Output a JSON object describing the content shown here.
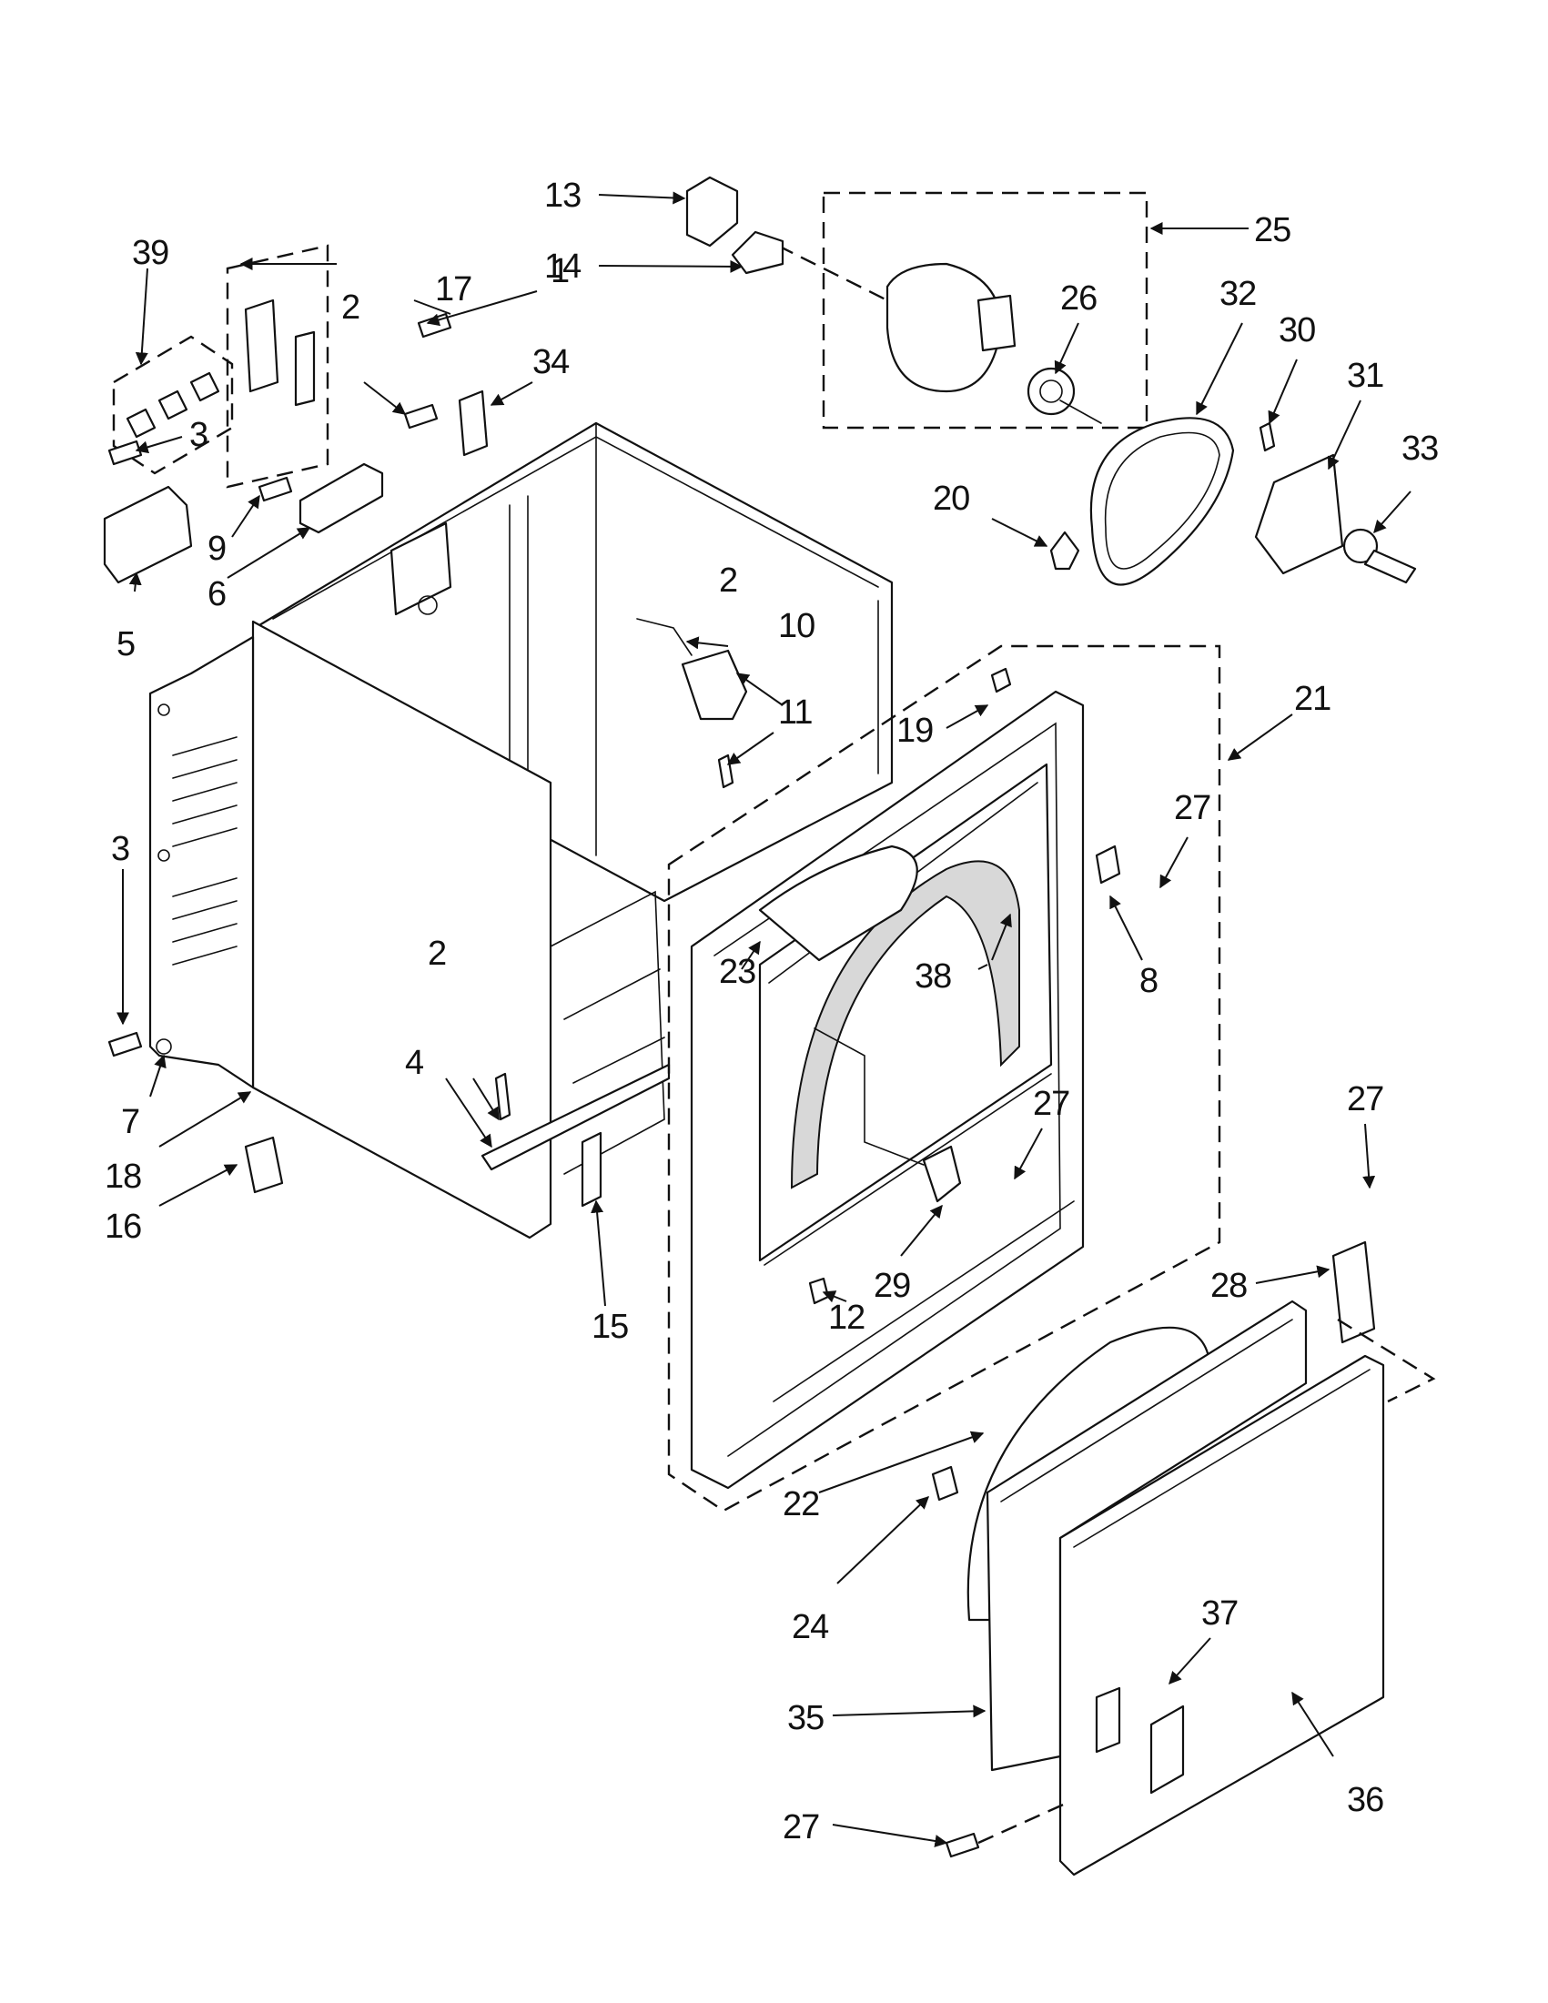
{
  "callouts": [
    {
      "id": "c1",
      "text": "1"
    },
    {
      "id": "c2a",
      "text": "2"
    },
    {
      "id": "c2b",
      "text": "2"
    },
    {
      "id": "c2c",
      "text": "2"
    },
    {
      "id": "c3a",
      "text": "3"
    },
    {
      "id": "c3b",
      "text": "3"
    },
    {
      "id": "c4",
      "text": "4"
    },
    {
      "id": "c5",
      "text": "5"
    },
    {
      "id": "c6",
      "text": "6"
    },
    {
      "id": "c7",
      "text": "7"
    },
    {
      "id": "c8",
      "text": "8"
    },
    {
      "id": "c9",
      "text": "9"
    },
    {
      "id": "c10",
      "text": "10"
    },
    {
      "id": "c11",
      "text": "11"
    },
    {
      "id": "c12",
      "text": "12"
    },
    {
      "id": "c13",
      "text": "13"
    },
    {
      "id": "c14",
      "text": "14"
    },
    {
      "id": "c15",
      "text": "15"
    },
    {
      "id": "c16",
      "text": "16"
    },
    {
      "id": "c17",
      "text": "17"
    },
    {
      "id": "c18",
      "text": "18"
    },
    {
      "id": "c19",
      "text": "19"
    },
    {
      "id": "c20",
      "text": "20"
    },
    {
      "id": "c21",
      "text": "21"
    },
    {
      "id": "c22",
      "text": "22"
    },
    {
      "id": "c23",
      "text": "23"
    },
    {
      "id": "c24",
      "text": "24"
    },
    {
      "id": "c25",
      "text": "25"
    },
    {
      "id": "c26",
      "text": "26"
    },
    {
      "id": "c27a",
      "text": "27"
    },
    {
      "id": "c27b",
      "text": "27"
    },
    {
      "id": "c27c",
      "text": "27"
    },
    {
      "id": "c27d",
      "text": "27"
    },
    {
      "id": "c28",
      "text": "28"
    },
    {
      "id": "c29",
      "text": "29"
    },
    {
      "id": "c30",
      "text": "30"
    },
    {
      "id": "c31",
      "text": "31"
    },
    {
      "id": "c32",
      "text": "32"
    },
    {
      "id": "c33",
      "text": "33"
    },
    {
      "id": "c34",
      "text": "34"
    },
    {
      "id": "c35",
      "text": "35"
    },
    {
      "id": "c36",
      "text": "36"
    },
    {
      "id": "c37",
      "text": "37"
    },
    {
      "id": "c38",
      "text": "38"
    },
    {
      "id": "c39",
      "text": "39"
    }
  ]
}
